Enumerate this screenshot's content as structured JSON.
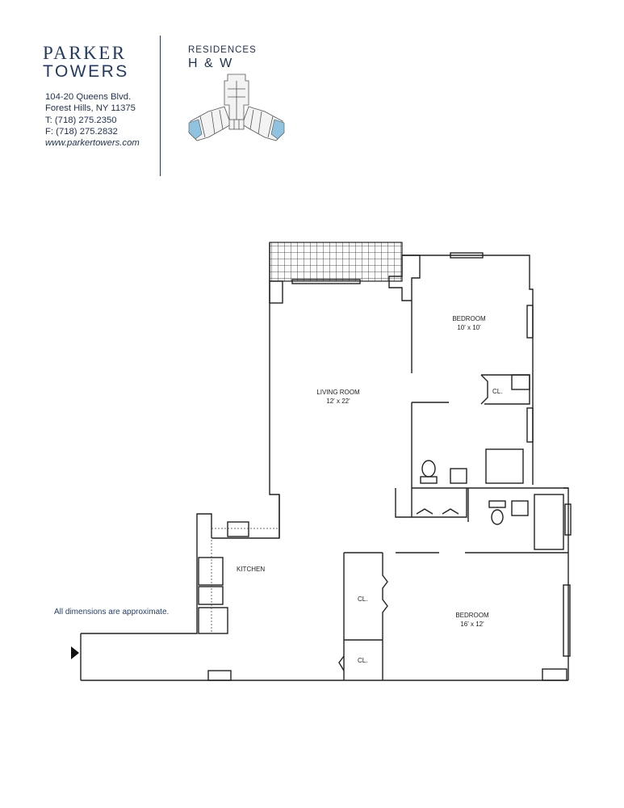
{
  "brand": {
    "line1": "PARKER",
    "line2": "TOWERS"
  },
  "contact": {
    "address1": "104-20 Queens Blvd.",
    "address2": "Forest Hills, NY 11375",
    "phone": "T: (718) 275.2350",
    "fax": "F: (718) 275.2832",
    "website": "www.parkertowers.com"
  },
  "residences": {
    "label": "RESIDENCES",
    "units": "H & W"
  },
  "note": "All dimensions are approximate.",
  "rooms": {
    "bedroom1": {
      "name": "BEDROOM",
      "size": "10' x 10'"
    },
    "living": {
      "name": "LIVING ROOM",
      "size": "12' x 22'"
    },
    "closet1": "CL.",
    "kitchen": "KITCHEN",
    "closet2": "CL.",
    "closet3": "CL.",
    "bedroom2": {
      "name": "BEDROOM",
      "size": "16' x 12'"
    }
  },
  "colors": {
    "brand": "#233a66",
    "highlight": "#8fc3e0",
    "lines": "#222222"
  }
}
